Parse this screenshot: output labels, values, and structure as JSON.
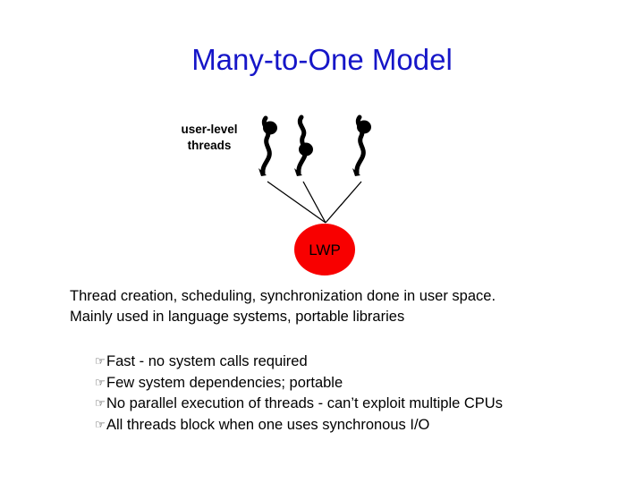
{
  "slide": {
    "title": "Many-to-One Model",
    "background_color": "#ffffff",
    "title_color": "#1616c8"
  },
  "diagram": {
    "threads_label_line1": "user-level",
    "threads_label_line2": "threads",
    "thread_count": 3,
    "lwp_label": "LWP",
    "lwp_color": "#f80000",
    "connector_color": "#000000"
  },
  "body": {
    "line1": "Thread creation, scheduling, synchronization done in user space.",
    "line2": "Mainly used in language systems, portable libraries"
  },
  "bullets": {
    "glyph": "☞",
    "items": [
      "Fast - no system calls required",
      "Few system dependencies; portable",
      "No parallel execution of threads - can’t exploit multiple CPUs",
      "All threads block when one uses synchronous I/O"
    ]
  }
}
